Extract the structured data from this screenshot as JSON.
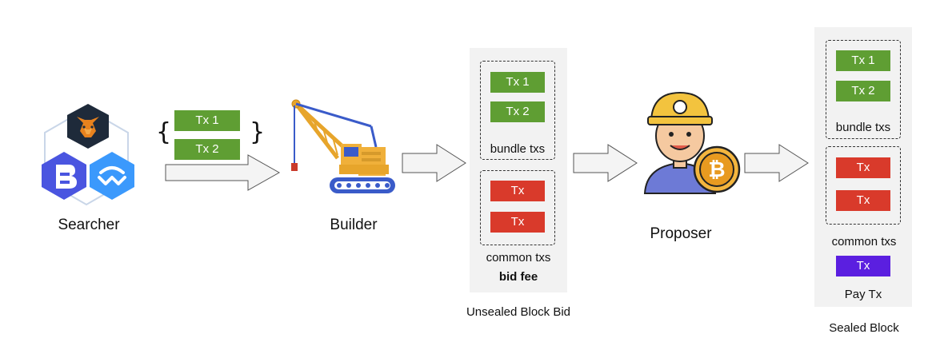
{
  "searcher": {
    "label": "Searcher"
  },
  "bundle_txs_input": [
    "Tx 1",
    "Tx 2"
  ],
  "builder": {
    "label": "Builder"
  },
  "unsealed_block": {
    "caption": "Unsealed Block Bid",
    "bundle_txs": [
      "Tx 1",
      "Tx 2"
    ],
    "bundle_label": "bundle txs",
    "common_txs": [
      "Tx",
      "Tx"
    ],
    "common_label": "common txs",
    "bid_fee_label": "bid fee"
  },
  "proposer": {
    "label": "Proposer"
  },
  "sealed_block": {
    "caption": "Sealed Block",
    "bundle_txs": [
      "Tx 1",
      "Tx 2"
    ],
    "bundle_label": "bundle txs",
    "common_txs": [
      "Tx",
      "Tx"
    ],
    "common_label": "common txs",
    "pay_tx": "Tx",
    "pay_label": "Pay Tx"
  },
  "colors": {
    "bundle_tx": "#5f9e33",
    "common_tx": "#d93a2b",
    "pay_tx": "#5b1fe0",
    "panel_bg": "#f2f2f2"
  },
  "icons": [
    "metamask-fox-icon",
    "wallet-b-icon",
    "walletconnect-icon",
    "crane-icon",
    "miner-icon",
    "bitcoin-coin-icon"
  ]
}
